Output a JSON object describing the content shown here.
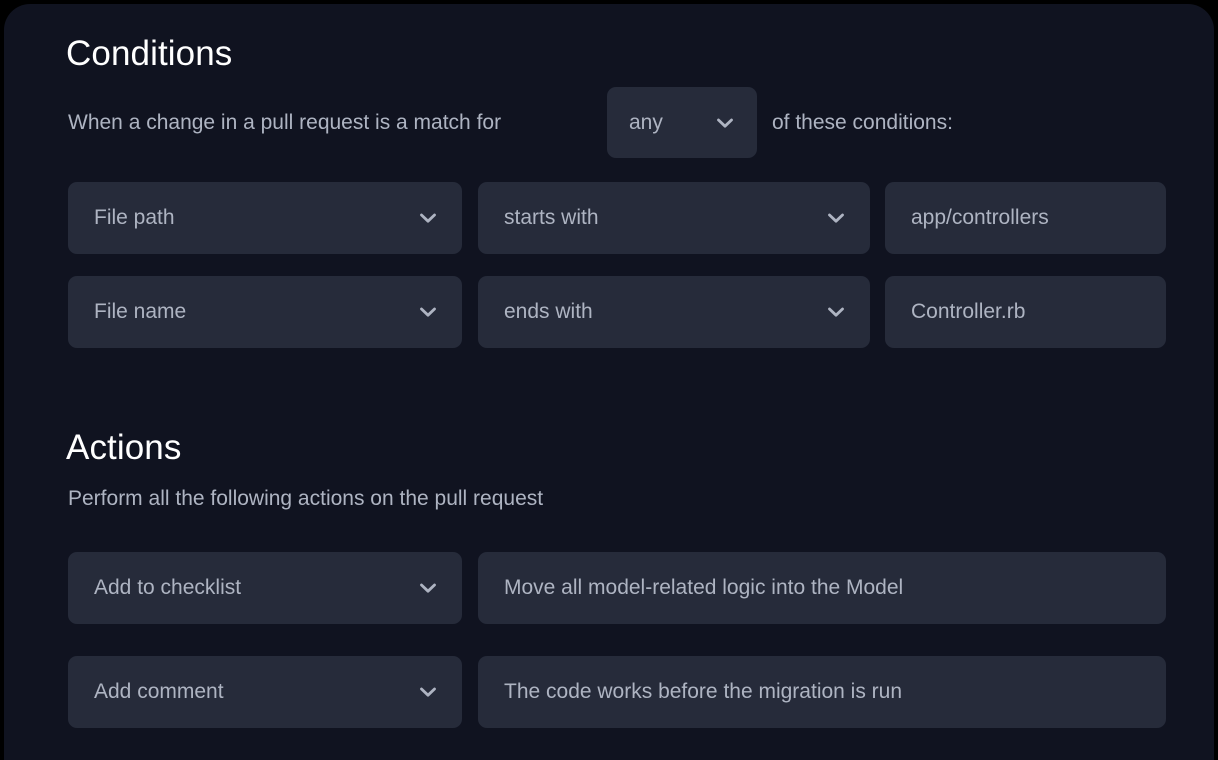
{
  "conditions": {
    "title": "Conditions",
    "intro_before": "When a change in a pull request is a match for",
    "match_mode": "any",
    "intro_after": "of these conditions:",
    "chevron_icon": "chevron-down-icon",
    "rows": [
      {
        "subject": "File path",
        "operator": "starts with",
        "value": "app/controllers"
      },
      {
        "subject": "File name",
        "operator": "ends with",
        "value": "Controller.rb"
      }
    ]
  },
  "actions": {
    "title": "Actions",
    "subtitle": "Perform all the following actions on the pull request",
    "rows": [
      {
        "type": "Add to checklist",
        "value": "Move all model-related logic into the Model"
      },
      {
        "type": "Add comment",
        "value": "The code works before the migration is run"
      }
    ]
  },
  "colors": {
    "page_background": "#000000",
    "card_background": "#101320",
    "field_background": "#262b3a",
    "heading_text": "#ffffff",
    "body_text": "#aeb4c2",
    "chevron": "#aeb4c2"
  }
}
